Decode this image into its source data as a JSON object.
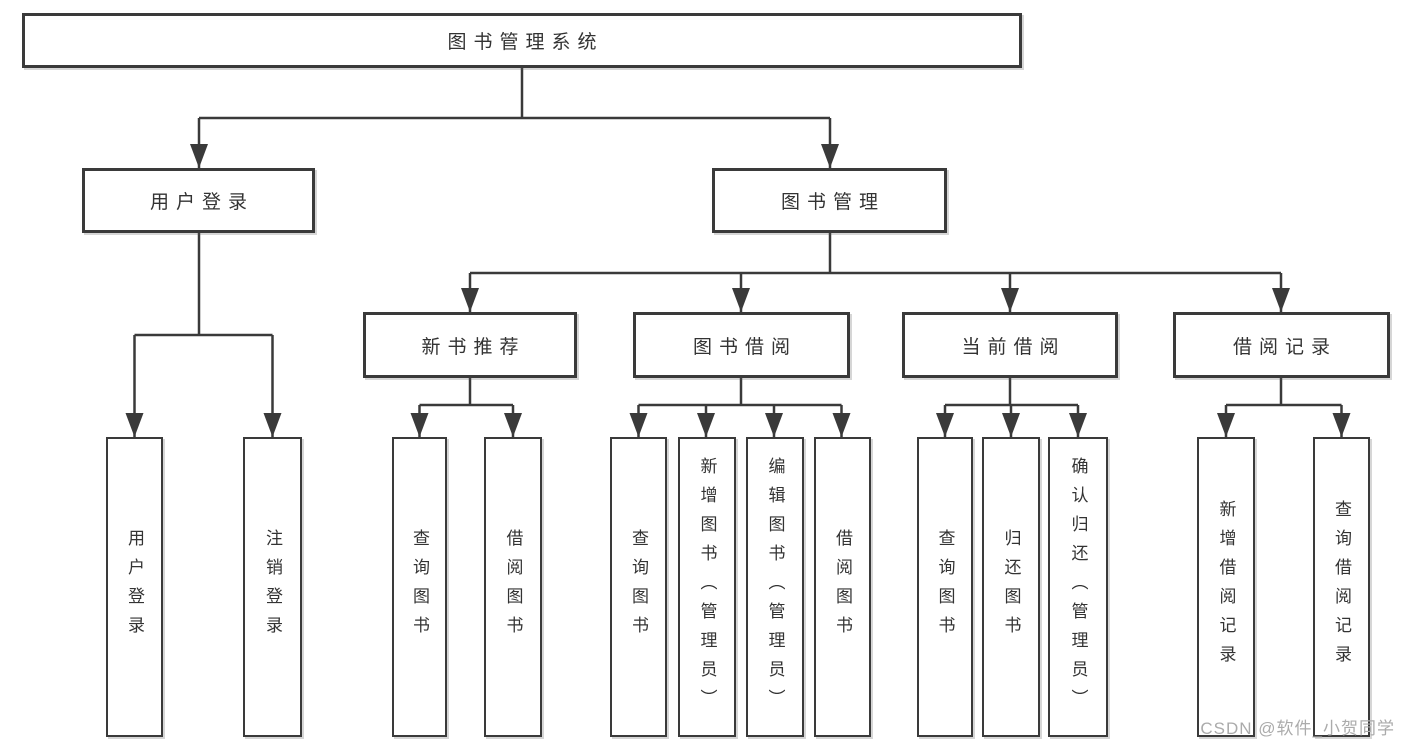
{
  "colors": {
    "line": "#3a3a3a",
    "border": "#3a3a3a",
    "text": "#333333",
    "background": "#ffffff",
    "watermark_color": "#ababab"
  },
  "tree": {
    "root": "图书管理系统",
    "user_branch": {
      "label": "用户登录",
      "children": [
        "用户登录",
        "注销登录"
      ]
    },
    "book_branch": {
      "label": "图书管理",
      "sections": [
        {
          "label": "新书推荐",
          "children": [
            "查询图书",
            "借阅图书"
          ]
        },
        {
          "label": "图书借阅",
          "children": [
            "查询图书",
            "新增图书（管理员）",
            "编辑图书（管理员）",
            "借阅图书"
          ]
        },
        {
          "label": "当前借阅",
          "children": [
            "查询图书",
            "归还图书",
            "确认归还（管理员）"
          ]
        },
        {
          "label": "借阅记录",
          "children": [
            "新增借阅记录",
            "查询借阅记录"
          ]
        }
      ]
    }
  },
  "watermark": "CSDN @软件_小贺同学"
}
